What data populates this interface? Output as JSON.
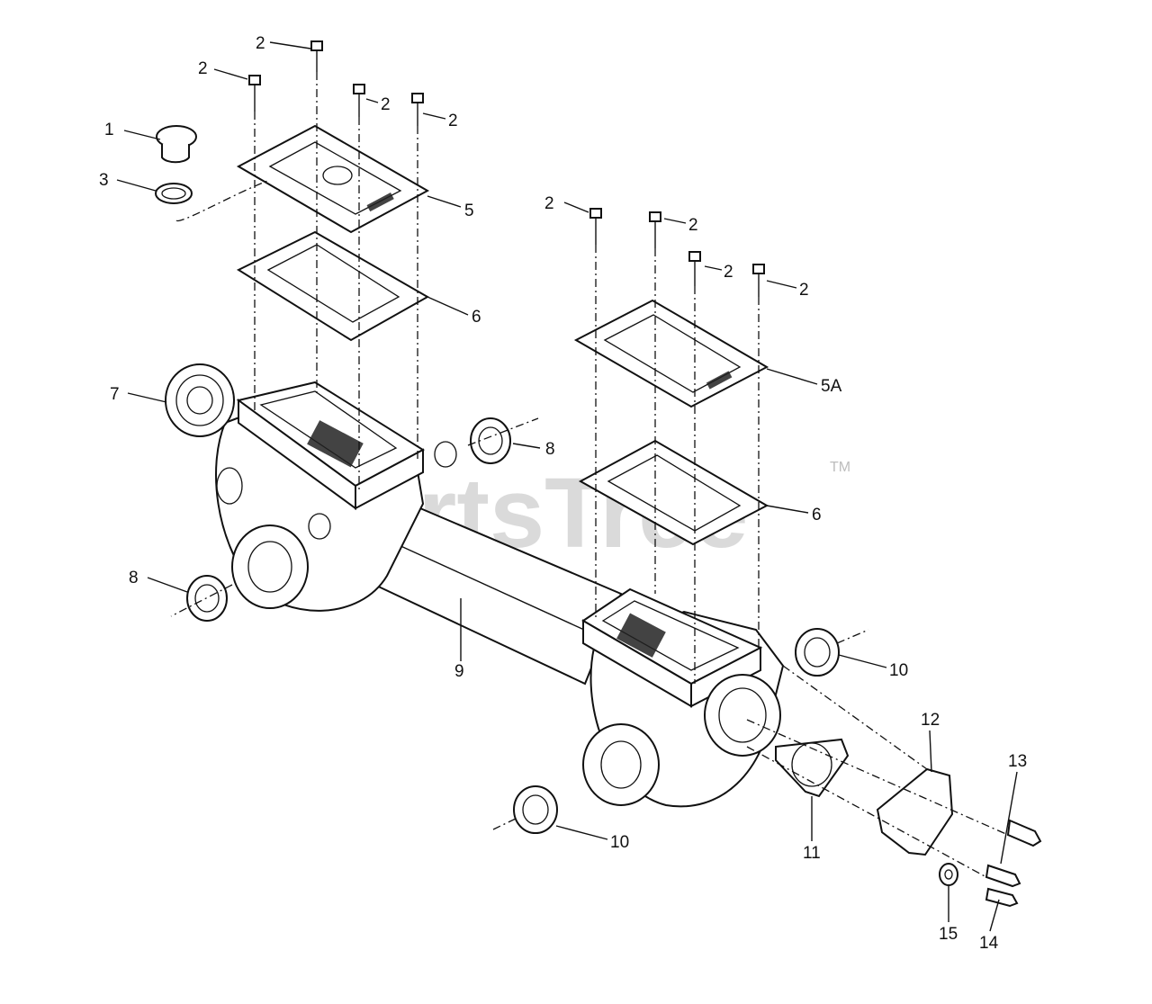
{
  "watermark": {
    "text": "PartsTree",
    "tm": "TM"
  },
  "callouts": {
    "c1": "1",
    "c2a": "2",
    "c2b": "2",
    "c2c": "2",
    "c2d": "2",
    "c2e": "2",
    "c2f": "2",
    "c2g": "2",
    "c2h": "2",
    "c3": "3",
    "c5": "5",
    "c5a": "5A",
    "c6a": "6",
    "c6b": "6",
    "c7": "7",
    "c8a": "8",
    "c8b": "8",
    "c9": "9",
    "c10a": "10",
    "c10b": "10",
    "c11": "11",
    "c12": "12",
    "c13": "13",
    "c14": "14",
    "c15": "15"
  }
}
